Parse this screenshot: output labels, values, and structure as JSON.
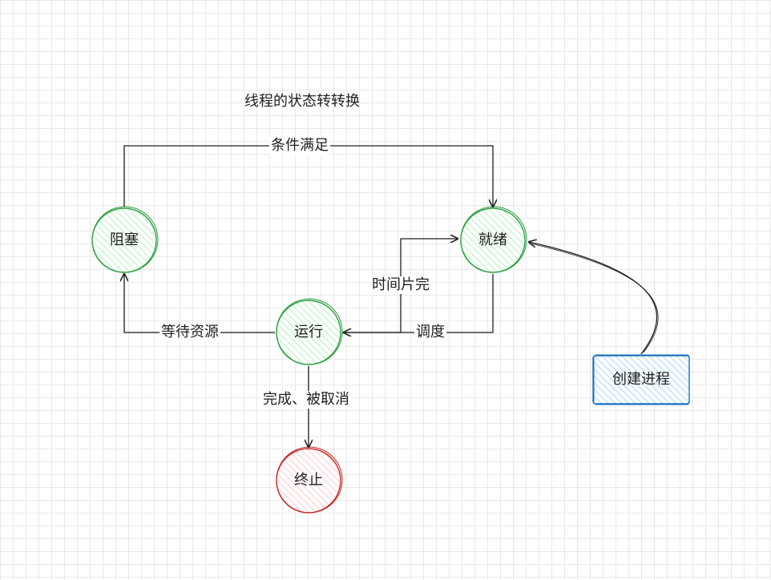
{
  "diagram": {
    "title": "线程的状态转转换",
    "nodes": {
      "blocked": {
        "label": "阻塞"
      },
      "ready": {
        "label": "就绪"
      },
      "running": {
        "label": "运行"
      },
      "terminated": {
        "label": "终止"
      },
      "create": {
        "label": "创建进程"
      }
    },
    "edges": {
      "condition_met": "条件满足",
      "time_slice_done": "时间片完",
      "schedule": "调度",
      "wait_resource": "等待资源",
      "done_cancelled": "完成、被取消"
    }
  },
  "colors": {
    "green_stroke": "#2f9e44",
    "green_fill": "#b2f2bb",
    "red_stroke": "#c92a2a",
    "red_fill": "#ffc9c9",
    "blue_stroke": "#1971c2",
    "blue_fill": "#a5d8ff",
    "line": "#1e1e1e"
  }
}
